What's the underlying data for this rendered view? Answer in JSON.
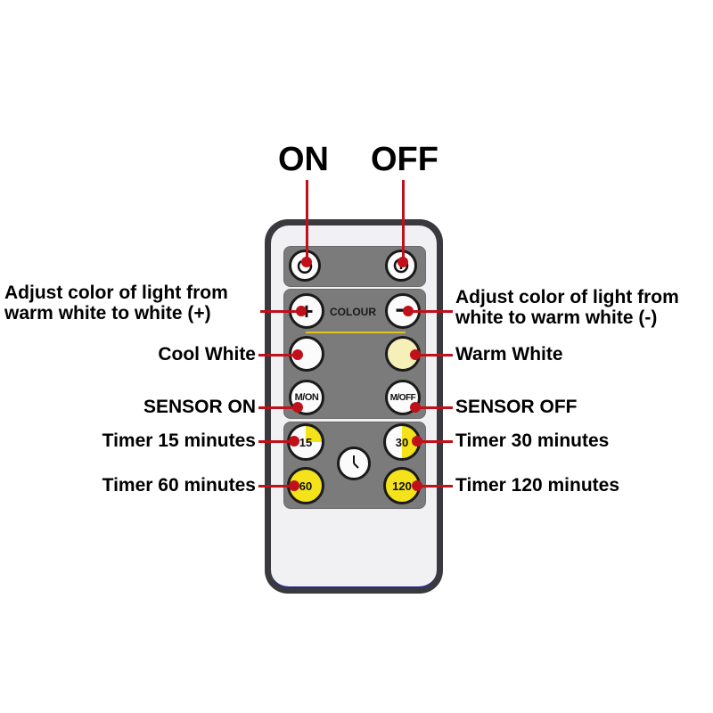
{
  "titles": {
    "on": "ON",
    "off": "OFF"
  },
  "remote": {
    "power_on_icon": "power-icon",
    "power_off_icon": "power-off-icon",
    "plus_symbol": "+",
    "minus_symbol": "−",
    "colour_label": "COLOUR",
    "m_on_label": "M/ON",
    "m_off_label": "M/OFF",
    "timer_15": "15",
    "timer_30": "30",
    "timer_60": "60",
    "timer_120": "120",
    "colors": {
      "body": "#3a3a3e",
      "face": "#f1f0f2",
      "panel": "#7b7b7b",
      "warm_white_button": "#f6efb8",
      "timer_yellow": "#f4e21a",
      "callout": "#c0101a"
    }
  },
  "labels": {
    "left": {
      "plus_line1": "Adjust color of light from",
      "plus_line2": "warm white to white (+)",
      "cool_white": "Cool White",
      "sensor_on": "SENSOR ON",
      "timer15": "Timer 15 minutes",
      "timer60": "Timer 60 minutes"
    },
    "right": {
      "minus_line1": "Adjust color of light from",
      "minus_line2": "white to warm white (-)",
      "warm_white": "Warm White",
      "sensor_off": "SENSOR OFF",
      "timer30": "Timer 30 minutes",
      "timer120": "Timer 120 minutes"
    }
  }
}
